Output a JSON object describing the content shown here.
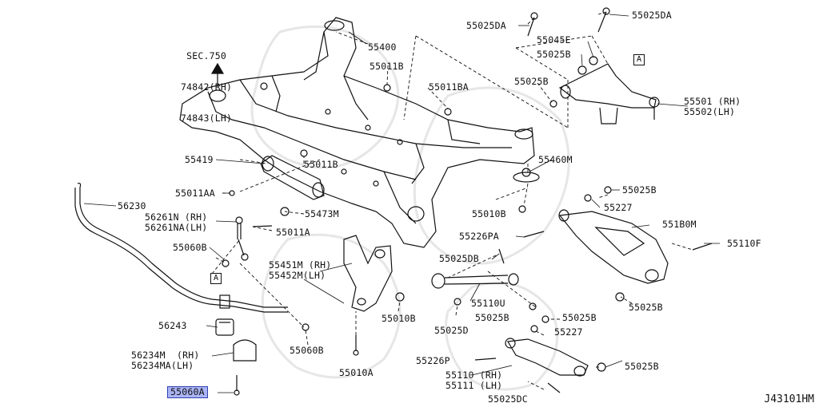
{
  "figure_code": "J43101HM",
  "section_ref": {
    "line1": "SEC.750",
    "line2": "74842(RH)",
    "line3": "74843(LH)"
  },
  "callout_letter": "A",
  "highlight_color": "#aab4f4",
  "parts": {
    "p55400": "55400",
    "p55011B_top": "55011B",
    "p55011BA": "55011BA",
    "p55419": "55419",
    "p55011B_mid": "55011B",
    "p55011AA": "55011AA",
    "p55473M": "55473M",
    "p56230": "56230",
    "p56261": "56261N (RH)\n56261NA(LH)",
    "p55011A": "55011A",
    "p55060B_left": "55060B",
    "p55451": "55451M (RH)\n55452M(LH)",
    "p56243": "56243",
    "p55060B_low": "55060B",
    "p56234": "56234M  (RH)\n56234MA(LH)",
    "p55010A": "55010A",
    "p55060A": "55060A",
    "p55010B_mid": "55010B",
    "p55025DA_1": "55025DA",
    "p55025DA_2": "55025DA",
    "p55045E": "55045E",
    "p55025B_a": "55025B",
    "p55025B_b": "55025B",
    "p55501": "55501 (RH)\n55502(LH)",
    "p55460M": "55460M",
    "p55025B_c": "55025B",
    "p55227_a": "55227",
    "p55010B_r": "55010B",
    "p551B0M": "551B0M",
    "p55226PA": "55226PA",
    "p55110F": "55110F",
    "p55025DB": "55025DB",
    "p55110U": "55110U",
    "p55025B_d": "55025B",
    "p55025B_e": "55025B",
    "p55025B_f": "55025B",
    "p55227_b": "55227",
    "p55025D": "55025D",
    "p55226P": "55226P",
    "p55110": "55110 (RH)\n55111 (LH)",
    "p55025B_g": "55025B",
    "p55025DC": "55025DC"
  }
}
